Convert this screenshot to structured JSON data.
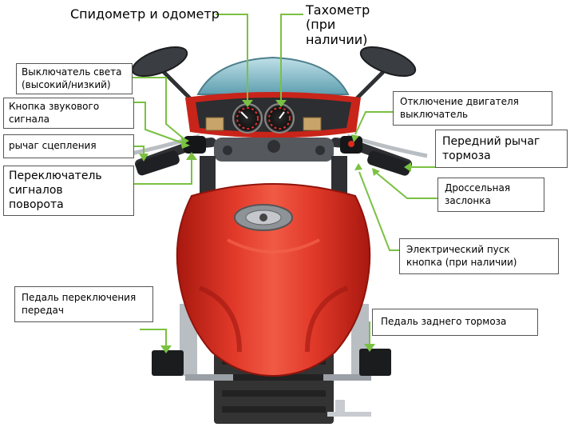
{
  "colors": {
    "leader": "#7ac142",
    "tank": "#d82a1e",
    "tank_shadow": "#9e1711",
    "tank_highlight": "#f2624d",
    "windscreen": "#8fc3cf",
    "dark_parts": "#2e3033",
    "metal": "#a8adb2"
  },
  "labels": {
    "speedometer": [
      "Спидометр и одометр"
    ],
    "tachometer": [
      "Тахометр",
      "(при",
      "наличии)"
    ],
    "light_switch": [
      "Выключатель света",
      "(высокий/низкий)"
    ],
    "horn_button": [
      "Кнопка звукового",
      "сигнала"
    ],
    "clutch_lever": [
      "рычаг сцепления"
    ],
    "turn_signal": [
      "Переключатель",
      "сигналов",
      "поворота"
    ],
    "engine_cutoff": [
      "Отключение двигателя",
      "выключатель"
    ],
    "front_brake": [
      "Передний рычаг",
      "тормоза"
    ],
    "throttle": [
      "Дроссельная",
      "заслонка"
    ],
    "starter": [
      "Электрический пуск",
      "кнопка (при наличии)"
    ],
    "gear_pedal": [
      "Педаль переключения",
      "передач"
    ],
    "rear_brake": [
      "Педаль заднего тормоза"
    ]
  }
}
